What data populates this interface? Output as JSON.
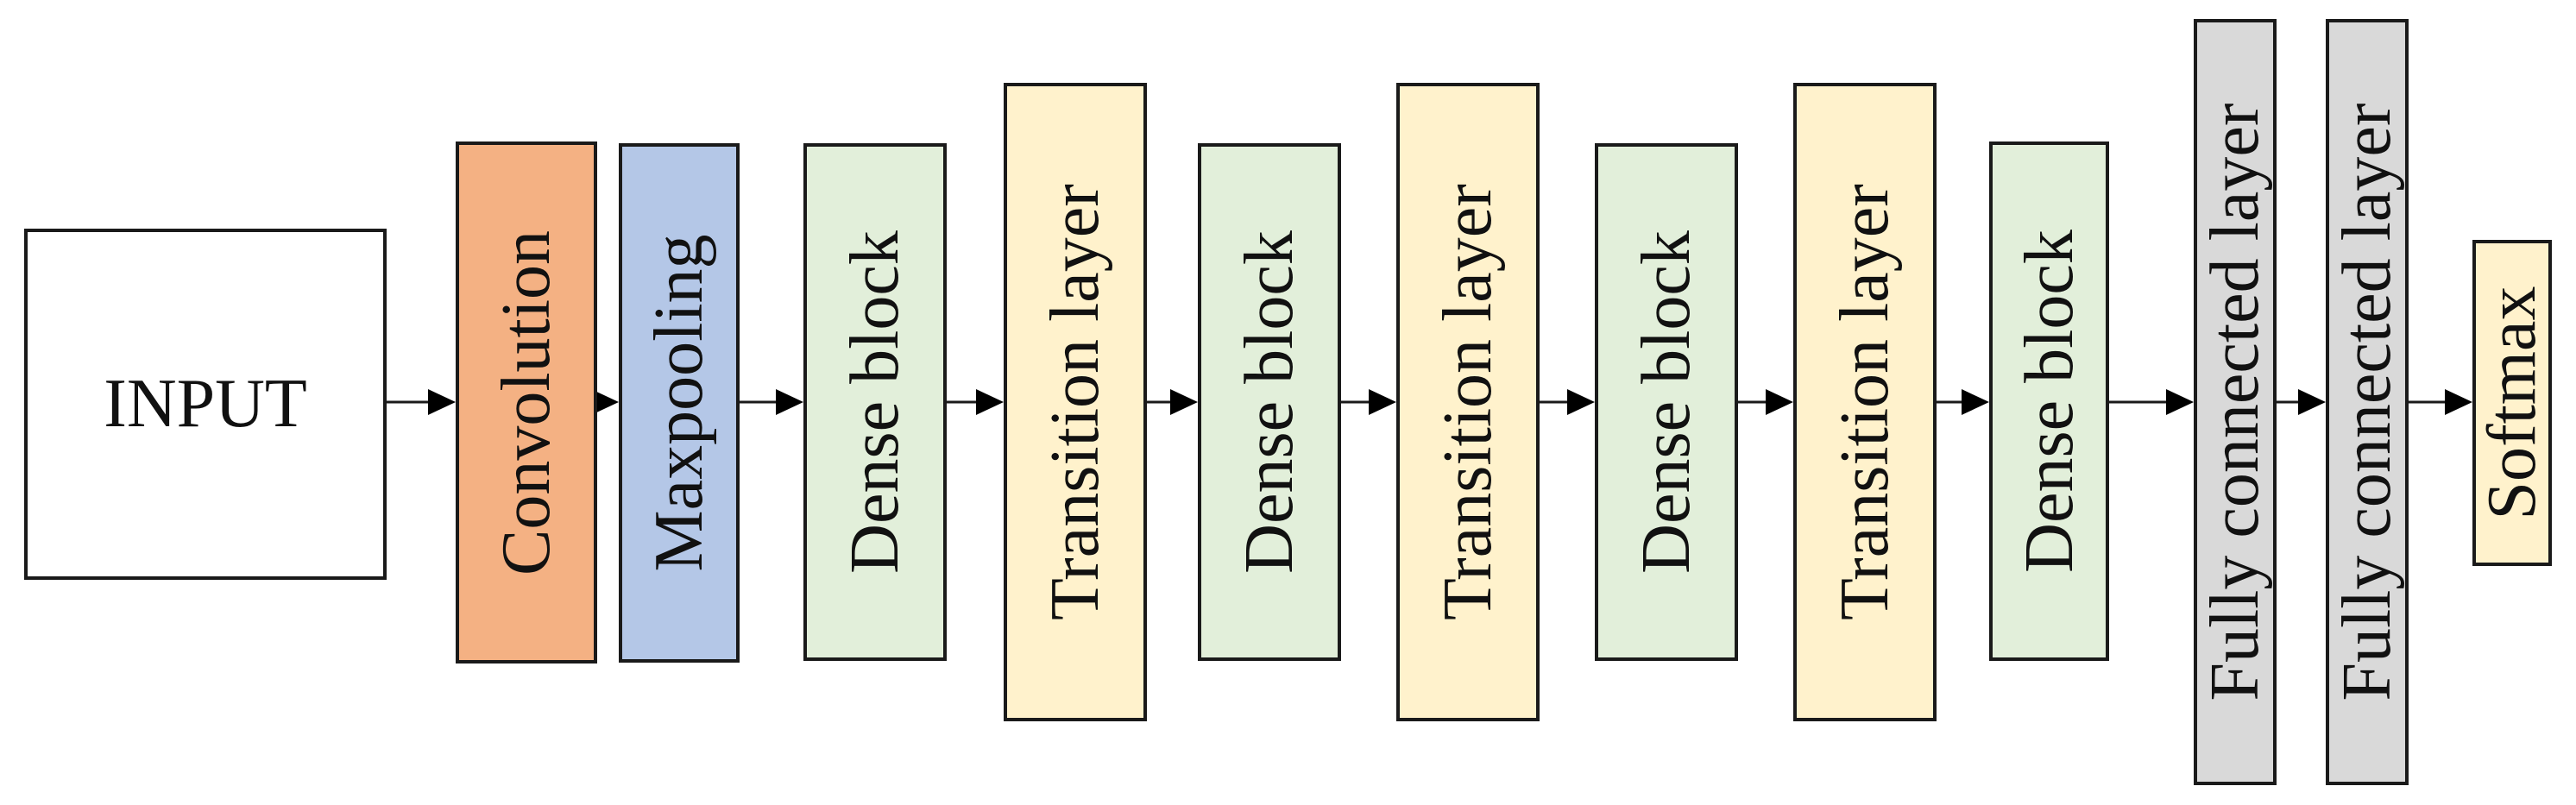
{
  "input": {
    "label": "INPUT"
  },
  "layers": [
    {
      "label": "Convolution",
      "color": "#f4b183"
    },
    {
      "label": "Maxpooling",
      "color": "#b4c7e7"
    },
    {
      "label": "Dense block",
      "color": "#e2efda"
    },
    {
      "label": "Transition layer",
      "color": "#fff2cc"
    },
    {
      "label": "Dense block",
      "color": "#e2efda"
    },
    {
      "label": "Transition layer",
      "color": "#fff2cc"
    },
    {
      "label": "Dense block",
      "color": "#e2efda"
    },
    {
      "label": "Transition layer",
      "color": "#fff2cc"
    },
    {
      "label": "Dense block",
      "color": "#e2efda"
    },
    {
      "label": "Fully connected layer",
      "color": "#d9d9d9"
    },
    {
      "label": "Fully connected layer",
      "color": "#d9d9d9"
    },
    {
      "label": "Softmax",
      "color": "#fff2cc"
    }
  ]
}
